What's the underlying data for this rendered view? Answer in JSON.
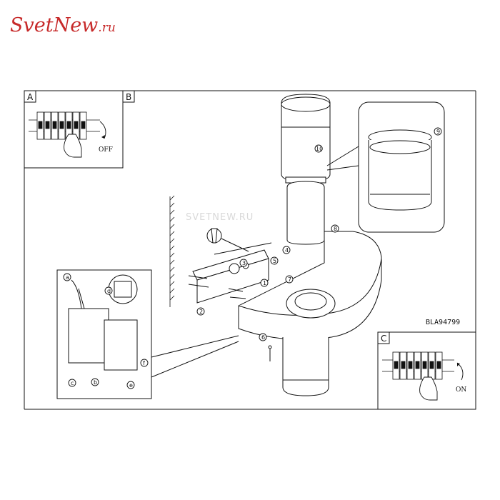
{
  "logo": {
    "main": "SvetNew",
    "domain": ".ru"
  },
  "watermark": "SVETNEW.RU",
  "model_code": "BLA94799",
  "panels": [
    {
      "letter": "A",
      "switch_text": "OFF"
    },
    {
      "letter": "B"
    },
    {
      "letter": "C",
      "switch_text": "ON"
    }
  ],
  "step_labels": [
    "1",
    "2",
    "3",
    "4",
    "5",
    "6",
    "7",
    "8",
    "9",
    "10"
  ],
  "junction_labels": [
    "a",
    "b",
    "c",
    "d",
    "e",
    "f"
  ],
  "colors": {
    "logo": "#c72a2a",
    "line": "#111111"
  }
}
